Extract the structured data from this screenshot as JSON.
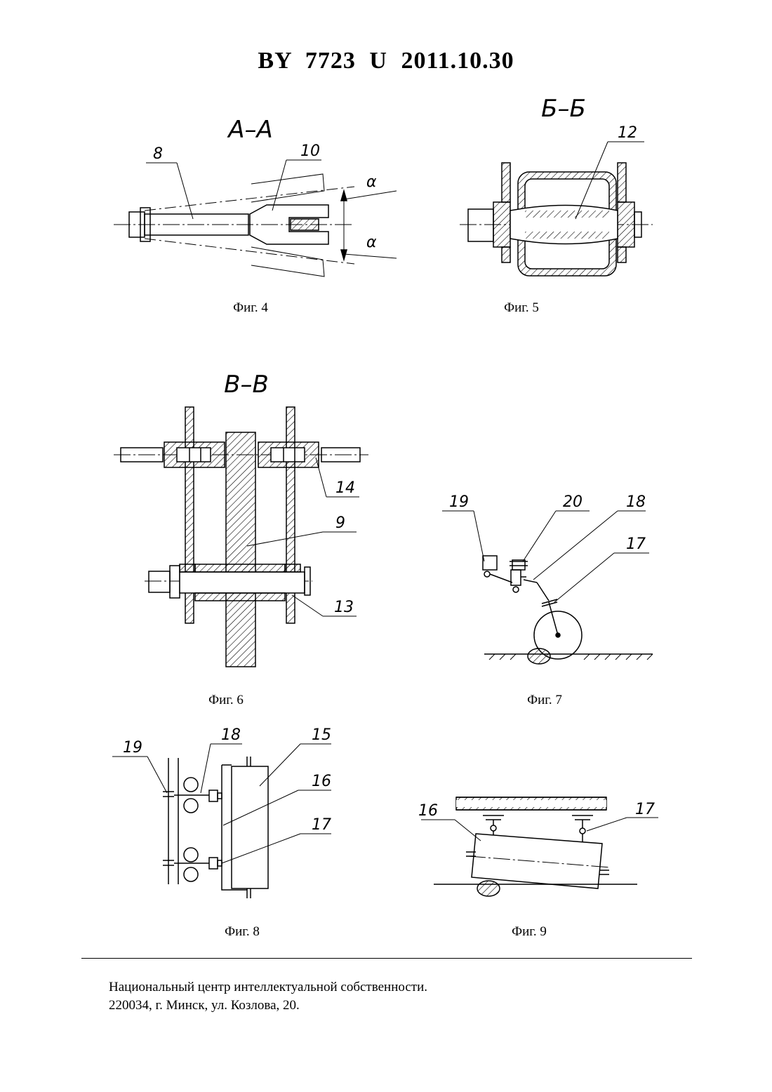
{
  "document": {
    "header": "BY 7723 U 2011.10.30",
    "figures": [
      {
        "caption": "Фиг. 4",
        "section": "А–А",
        "labels": [
          "8",
          "10",
          "α",
          "α"
        ]
      },
      {
        "caption": "Фиг. 5",
        "section": "Б–Б",
        "labels": [
          "12"
        ]
      },
      {
        "caption": "Фиг. 6",
        "section": "В–В",
        "labels": [
          "14",
          "9",
          "13"
        ]
      },
      {
        "caption": "Фиг. 7",
        "labels": [
          "19",
          "20",
          "18",
          "17"
        ]
      },
      {
        "caption": "Фиг. 8",
        "labels": [
          "19",
          "18",
          "15",
          "16",
          "17"
        ]
      },
      {
        "caption": "Фиг. 9",
        "labels": [
          "16",
          "17"
        ]
      }
    ],
    "footer": {
      "line1": "Национальный центр интеллектуальной собственности.",
      "line2": "220034, г. Минск, ул. Козлова, 20."
    }
  }
}
